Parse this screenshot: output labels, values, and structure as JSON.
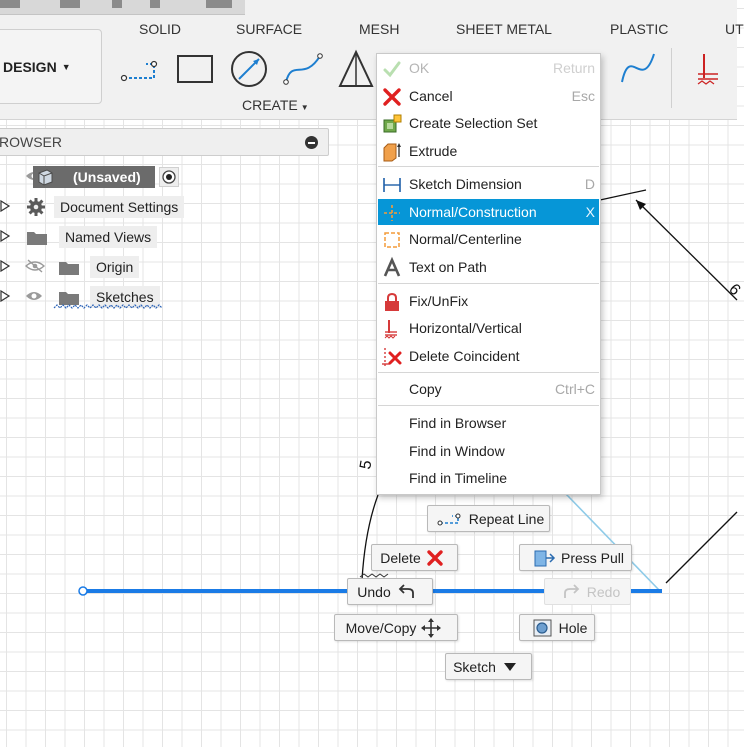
{
  "toolbar": {
    "tabs": [
      "SOLID",
      "SURFACE",
      "MESH",
      "SHEET METAL",
      "PLASTIC",
      "UT"
    ],
    "workspace_label": "DESIGN",
    "create_label": "CREATE",
    "icons": [
      "center-rectangle-icon",
      "rectangle-icon",
      "circle-icon",
      "spline-icon",
      "triangle-icon",
      "conic-icon",
      "constraint-icon"
    ]
  },
  "browser": {
    "title": "ROWSER",
    "items": [
      {
        "label": "(Unsaved)",
        "icon": "component-icon"
      },
      {
        "label": "Document Settings",
        "icon": "gear-icon"
      },
      {
        "label": "Named Views",
        "icon": "folder-icon"
      },
      {
        "label": "Origin",
        "icon": "folder-icon"
      },
      {
        "label": "Sketches",
        "icon": "folder-icon"
      }
    ]
  },
  "context_menu": {
    "items": [
      {
        "label": "OK",
        "shortcut": "Return",
        "icon": "check-icon",
        "disabled": true
      },
      {
        "label": "Cancel",
        "shortcut": "Esc",
        "icon": "cancel-x-icon"
      },
      {
        "label": "Create Selection Set",
        "shortcut": "",
        "icon": "selection-set-icon"
      },
      {
        "label": "Extrude",
        "shortcut": "",
        "icon": "extrude-icon"
      },
      {
        "label": "Sketch Dimension",
        "shortcut": "D",
        "icon": "sketch-dimension-icon"
      },
      {
        "label": "Normal/Construction",
        "shortcut": "X",
        "icon": "construction-icon",
        "highlighted": true
      },
      {
        "label": "Normal/Centerline",
        "shortcut": "",
        "icon": "centerline-icon"
      },
      {
        "label": "Text on Path",
        "shortcut": "",
        "icon": "text-icon"
      },
      {
        "label": "Fix/UnFix",
        "shortcut": "",
        "icon": "lock-icon"
      },
      {
        "label": "Horizontal/Vertical",
        "shortcut": "",
        "icon": "horizontal-vertical-icon"
      },
      {
        "label": "Delete Coincident",
        "shortcut": "",
        "icon": "delete-coincident-icon"
      },
      {
        "label": "Copy",
        "shortcut": "Ctrl+C",
        "icon": ""
      },
      {
        "label": "Find in Browser",
        "shortcut": "",
        "icon": ""
      },
      {
        "label": "Find in Window",
        "shortcut": "",
        "icon": ""
      },
      {
        "label": "Find in Timeline",
        "shortcut": "",
        "icon": ""
      }
    ]
  },
  "marking_menu": {
    "repeat_line": "Repeat Line",
    "delete": "Delete",
    "press_pull": "Press Pull",
    "undo": "Undo",
    "redo": "Redo",
    "move_copy": "Move/Copy",
    "hole": "Hole",
    "sketch": "Sketch"
  },
  "canvas": {
    "dimension_text_right": "6",
    "dimension_text_left": "5"
  },
  "colors": {
    "accent": "#0696d7",
    "sketch_line": "#1a7be6",
    "construction_line": "#8fcbe8",
    "grid": "#e4e4e4"
  }
}
